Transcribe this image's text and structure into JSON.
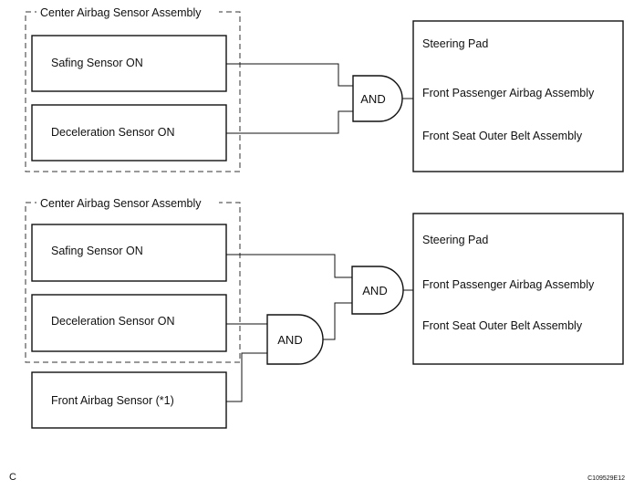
{
  "top": {
    "group_label": "Center Airbag Sensor Assembly",
    "sensor_1": "Safing Sensor ON",
    "sensor_2": "Deceleration Sensor ON",
    "gate": "AND",
    "outputs": [
      "Steering Pad",
      "Front Passenger Airbag Assembly",
      "Front Seat Outer Belt Assembly"
    ]
  },
  "bottom": {
    "group_label": "Center Airbag Sensor Assembly",
    "sensor_1": "Safing Sensor ON",
    "sensor_2": "Deceleration Sensor ON",
    "sensor_3": "Front Airbag Sensor (*1)",
    "gate_1": "AND",
    "gate_2": "AND",
    "outputs": [
      "Steering Pad",
      "Front Passenger Airbag Assembly",
      "Front Seat Outer Belt Assembly"
    ]
  },
  "corner_letter": "C",
  "figure_code": "C109529E12"
}
